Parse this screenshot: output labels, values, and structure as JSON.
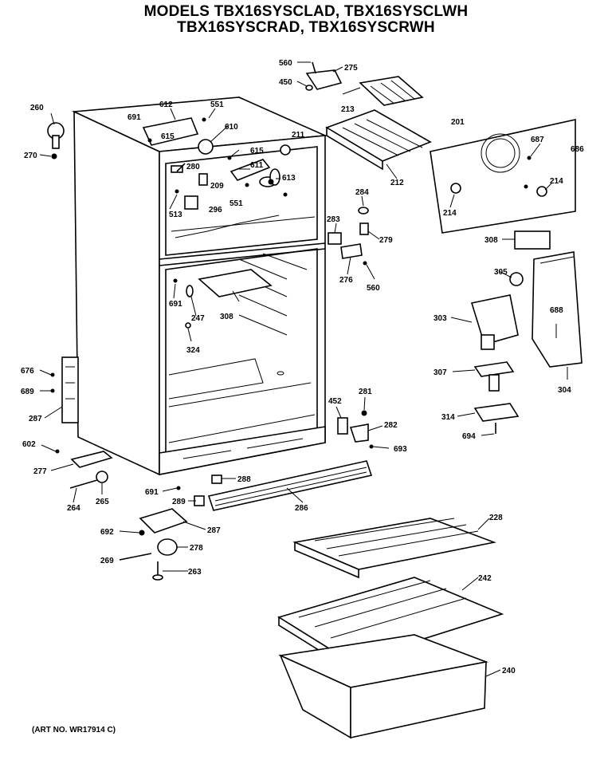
{
  "header": {
    "line1": "MODELS TBX16SYSCLAD, TBX16SYSCLWH",
    "line2": "TBX16SYSCRAD, TBX16SYSCRWH"
  },
  "footer": {
    "art_no": "(ART NO. WR17914 C)"
  },
  "callouts": [
    {
      "id": "c560a",
      "text": "560"
    },
    {
      "id": "c275",
      "text": "275"
    },
    {
      "id": "c450",
      "text": "450"
    },
    {
      "id": "c260",
      "text": "260"
    },
    {
      "id": "c270",
      "text": "270"
    },
    {
      "id": "c691a",
      "text": "691"
    },
    {
      "id": "c612",
      "text": "612"
    },
    {
      "id": "c551a",
      "text": "551"
    },
    {
      "id": "c610",
      "text": "610"
    },
    {
      "id": "c615a",
      "text": "615"
    },
    {
      "id": "c211",
      "text": "211"
    },
    {
      "id": "c615b",
      "text": "615"
    },
    {
      "id": "c280",
      "text": "280"
    },
    {
      "id": "c611",
      "text": "611"
    },
    {
      "id": "c209",
      "text": "209"
    },
    {
      "id": "c613",
      "text": "613"
    },
    {
      "id": "c513",
      "text": "513"
    },
    {
      "id": "c296",
      "text": "296"
    },
    {
      "id": "c551b",
      "text": "551"
    },
    {
      "id": "c213",
      "text": "213"
    },
    {
      "id": "c212",
      "text": "212"
    },
    {
      "id": "c201",
      "text": "201"
    },
    {
      "id": "c687",
      "text": "687"
    },
    {
      "id": "c686",
      "text": "686"
    },
    {
      "id": "c214a",
      "text": "214"
    },
    {
      "id": "c214b",
      "text": "214"
    },
    {
      "id": "c284",
      "text": "284"
    },
    {
      "id": "c283",
      "text": "283"
    },
    {
      "id": "c279",
      "text": "279"
    },
    {
      "id": "c276",
      "text": "276"
    },
    {
      "id": "c560b",
      "text": "560"
    },
    {
      "id": "c308a",
      "text": "308"
    },
    {
      "id": "c305",
      "text": "305"
    },
    {
      "id": "c691b",
      "text": "691"
    },
    {
      "id": "c247",
      "text": "247"
    },
    {
      "id": "c308b",
      "text": "308"
    },
    {
      "id": "c324",
      "text": "324"
    },
    {
      "id": "c303",
      "text": "303"
    },
    {
      "id": "c688",
      "text": "688"
    },
    {
      "id": "c307",
      "text": "307"
    },
    {
      "id": "c304",
      "text": "304"
    },
    {
      "id": "c676",
      "text": "676"
    },
    {
      "id": "c689",
      "text": "689"
    },
    {
      "id": "c287a",
      "text": "287"
    },
    {
      "id": "c452",
      "text": "452"
    },
    {
      "id": "c281",
      "text": "281"
    },
    {
      "id": "c282",
      "text": "282"
    },
    {
      "id": "c314",
      "text": "314"
    },
    {
      "id": "c694",
      "text": "694"
    },
    {
      "id": "c693",
      "text": "693"
    },
    {
      "id": "c602",
      "text": "602"
    },
    {
      "id": "c277",
      "text": "277"
    },
    {
      "id": "c288a",
      "text": "288"
    },
    {
      "id": "c264",
      "text": "264"
    },
    {
      "id": "c265",
      "text": "265"
    },
    {
      "id": "c691c",
      "text": "691"
    },
    {
      "id": "c289",
      "text": "289"
    },
    {
      "id": "c286",
      "text": "286"
    },
    {
      "id": "c692",
      "text": "692"
    },
    {
      "id": "c287b",
      "text": "287"
    },
    {
      "id": "c228",
      "text": "228"
    },
    {
      "id": "c269",
      "text": "269"
    },
    {
      "id": "c278",
      "text": "278"
    },
    {
      "id": "c263",
      "text": "263"
    },
    {
      "id": "c242",
      "text": "242"
    },
    {
      "id": "c240",
      "text": "240"
    }
  ]
}
